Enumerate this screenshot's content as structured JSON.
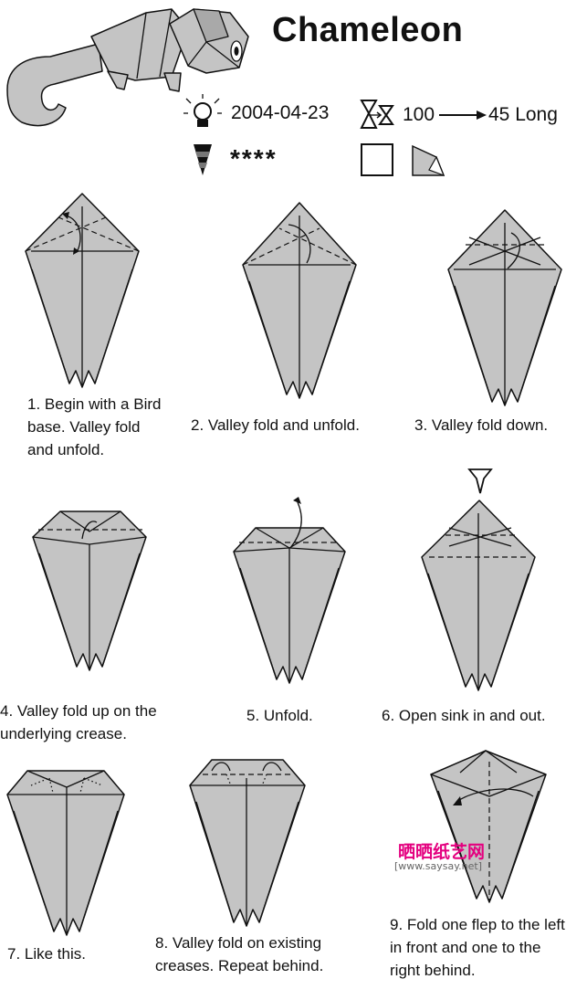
{
  "header": {
    "title": "Chameleon",
    "date": "2004-04-23",
    "size_from": "100",
    "size_to": "45 Long",
    "difficulty": "****"
  },
  "icons": {
    "chameleon": "chameleon-illustration",
    "date": "lightbulb-icon",
    "size": "paper-size-icon",
    "difficulty": "difficulty-cone-icon",
    "paper_square": "square-paper-icon",
    "paper_color": "colored-paper-icon"
  },
  "steps": [
    {
      "number": 1,
      "caption": "1. Begin with a Bird base. Valley fold and unfold."
    },
    {
      "number": 2,
      "caption": "2. Valley fold and unfold."
    },
    {
      "number": 3,
      "caption": "3. Valley fold down."
    },
    {
      "number": 4,
      "caption": "4. Valley fold up on the underlying crease."
    },
    {
      "number": 5,
      "caption": "5. Unfold."
    },
    {
      "number": 6,
      "caption": "6. Open sink in and out."
    },
    {
      "number": 7,
      "caption": "7. Like this."
    },
    {
      "number": 8,
      "caption": "8. Valley fold on existing creases. Repeat behind."
    },
    {
      "number": 9,
      "caption": "9. Fold one flep to the left in front and one to the right behind."
    }
  ],
  "watermark": {
    "text": "晒晒纸艺网",
    "url": "[www.saysay.net]",
    "color": "#e4007f"
  },
  "colors": {
    "paper": "#c4c4c4",
    "ink": "#111111"
  }
}
